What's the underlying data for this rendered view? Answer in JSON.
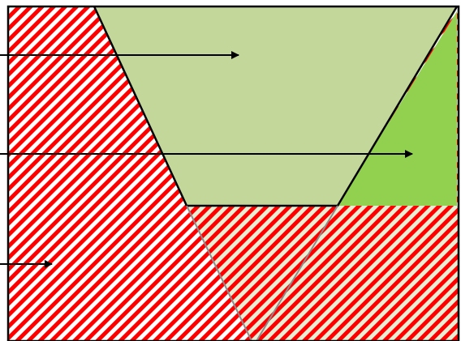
{
  "colors": {
    "background": "#ffffff",
    "light_green": "#c4d79b",
    "bright_green": "#92d050",
    "hatch_red": "#ff0000",
    "hatch_bg": "#ffffff",
    "outline": "#000000",
    "gray_line": "#8c8c8c",
    "hatch_bg_lower_right": "#e6efd3"
  },
  "regions": [
    {
      "name": "trapezoid-region",
      "fill": "light-green"
    },
    {
      "name": "right-triangle-region",
      "fill": "bright-green"
    },
    {
      "name": "left-hatched-region",
      "fill": "red-diagonal-hatch"
    },
    {
      "name": "bottom-hatched-band",
      "fill": "red-diagonal-hatch-over-green"
    }
  ],
  "arrows": [
    {
      "name": "arrow-to-trapezoid",
      "points_to": "trapezoid-region"
    },
    {
      "name": "arrow-to-triangle",
      "points_to": "right-triangle-region"
    },
    {
      "name": "arrow-to-hatched-area",
      "points_to": "left-hatched-region"
    }
  ]
}
